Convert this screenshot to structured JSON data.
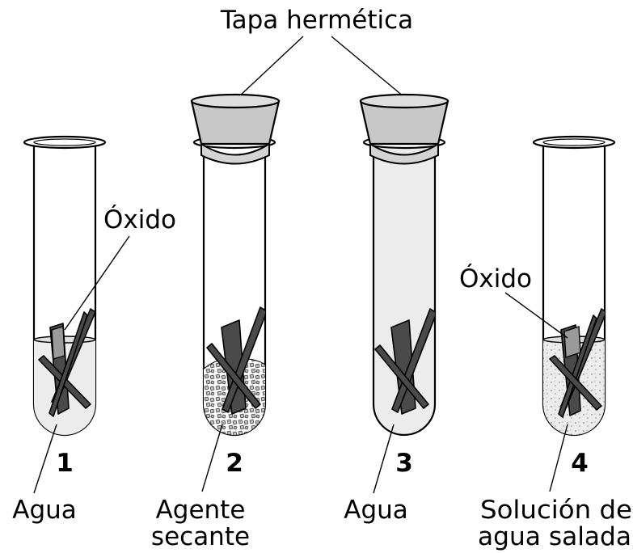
{
  "title": "Tapa hermética",
  "tubes": [
    {
      "number": "1",
      "label_line1": "Agua",
      "label_line2": "",
      "rust_label": "Óxido"
    },
    {
      "number": "2",
      "label_line1": "Agente",
      "label_line2": "secante"
    },
    {
      "number": "3",
      "label_line1": "Agua",
      "label_line2": ""
    },
    {
      "number": "4",
      "label_line1": "Solución de",
      "label_line2": "agua salada",
      "rust_label": "Óxido"
    }
  ]
}
